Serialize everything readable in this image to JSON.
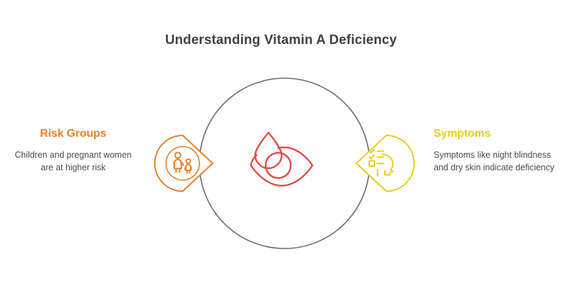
{
  "page": {
    "title": "Understanding Vitamin A Deficiency",
    "background_color": "#ffffff"
  },
  "colors": {
    "title_text": "#404040",
    "body_text": "#4a4a4a",
    "risk_orange": "#E58026",
    "symptoms_yellow": "#E5D013",
    "center_red": "#E04B4B",
    "circle_gray": "#6b6b6b"
  },
  "diagram": {
    "type": "two-sided-callout-circle",
    "center": {
      "icon_name": "eye-with-droplet-icon",
      "color": "#E04B4B",
      "circle_outline_color": "#6b6b6b"
    },
    "nodes": [
      {
        "side": "left",
        "heading": "Risk Groups",
        "description": "Children and pregnant women are at higher risk",
        "color": "#E58026",
        "icon_name": "adult-and-child-icon",
        "pointer_direction": "right"
      },
      {
        "side": "right",
        "heading": "Symptoms",
        "description": "Symptoms like night blindness and dry skin indicate deficiency",
        "color": "#E5D013",
        "icon_name": "head-profile-checklist-icon",
        "pointer_direction": "left"
      }
    ]
  }
}
